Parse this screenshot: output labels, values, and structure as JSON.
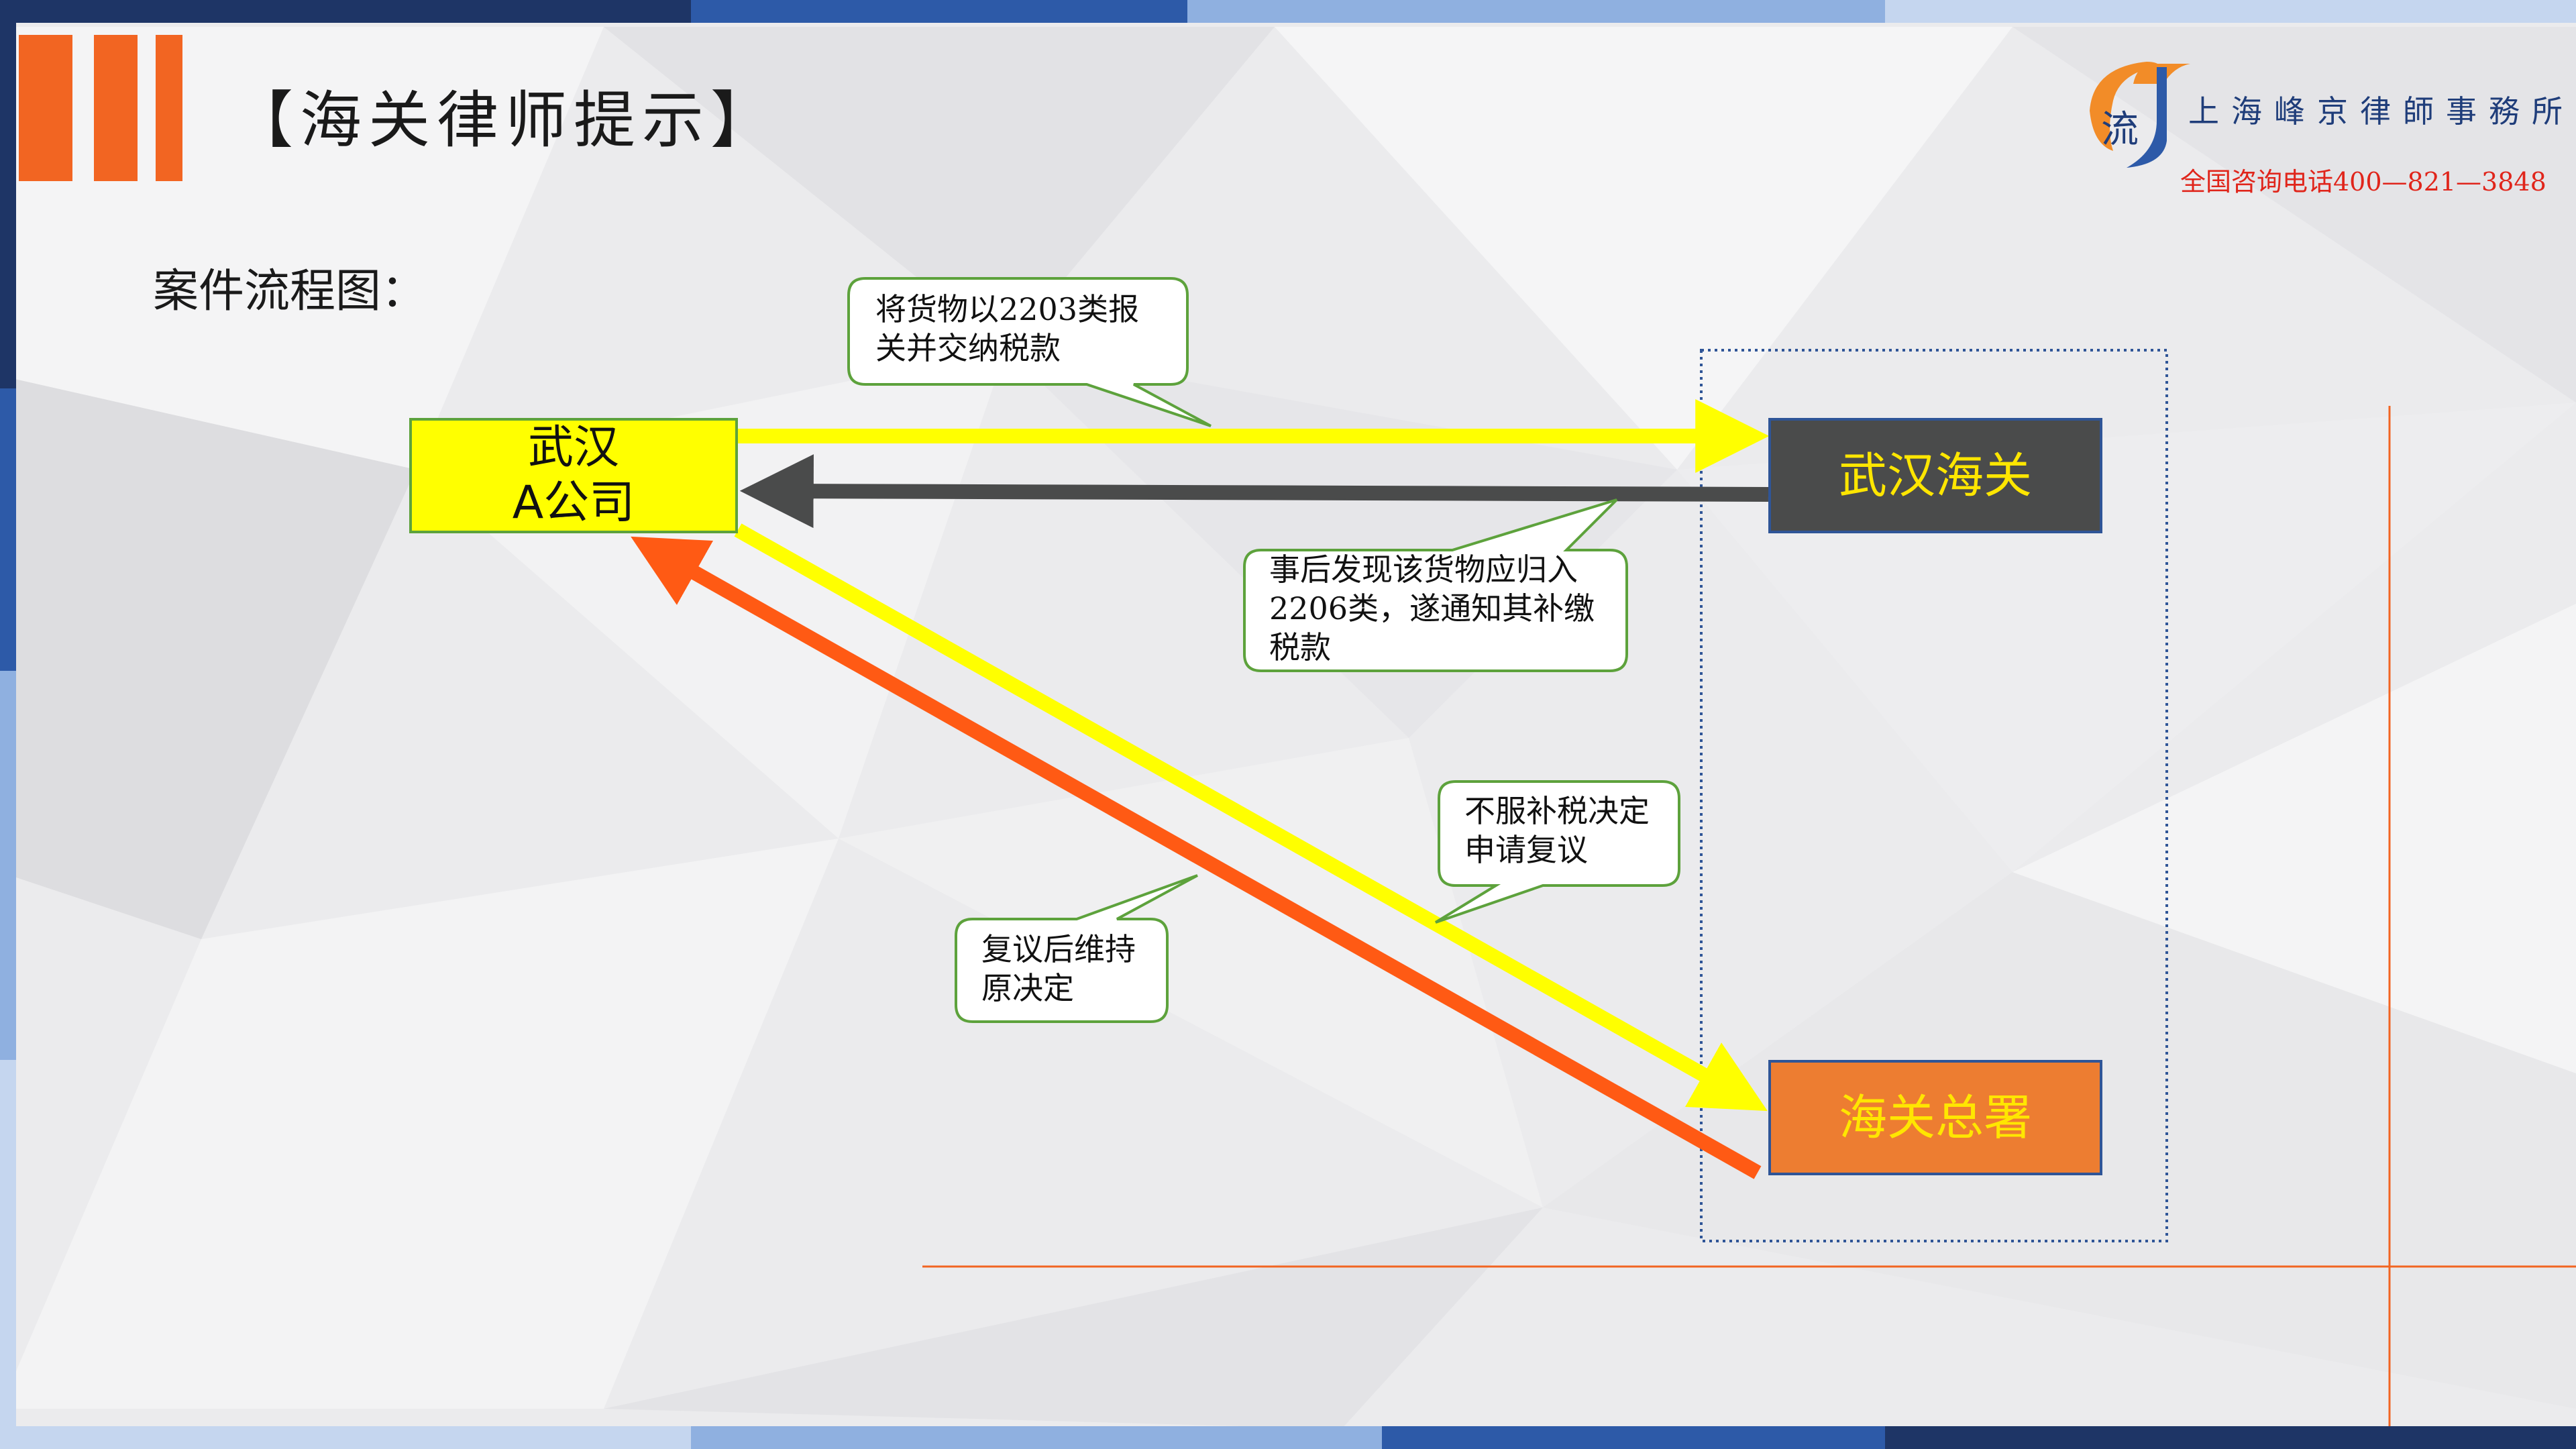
{
  "header": {
    "title": "【海关律师提示】",
    "subtitle": "案件流程图："
  },
  "firm": {
    "logo_glyph": "流",
    "name": "上海峰京律師事務所",
    "phone": "全国咨询电话400—821—3848"
  },
  "nodes": {
    "company": {
      "line1": "武汉",
      "line2": "A公司"
    },
    "wuhan_customs": {
      "label": "武汉海关"
    },
    "gac": {
      "label": "海关总署"
    }
  },
  "callouts": {
    "declare": {
      "line1": "将货物以2203类报",
      "line2": "关并交纳税款"
    },
    "reclassify": {
      "line1": "事后发现该货物应归入",
      "line2": "2206类，遂通知其补缴",
      "line3": "税款"
    },
    "appeal": {
      "line1": "不服补税决定",
      "line2": "申请复议"
    },
    "upheld": {
      "line1": "复议后维持",
      "line2": "原决定"
    }
  },
  "colors": {
    "accent_orange": "#f26522",
    "arrow_yellow": "#ffff00",
    "arrow_gray": "#4a4b4b",
    "arrow_orange": "#ff5a14",
    "callout_border": "#5da23c",
    "navy": "#1f3d7a",
    "phone_red": "#e0251b"
  }
}
